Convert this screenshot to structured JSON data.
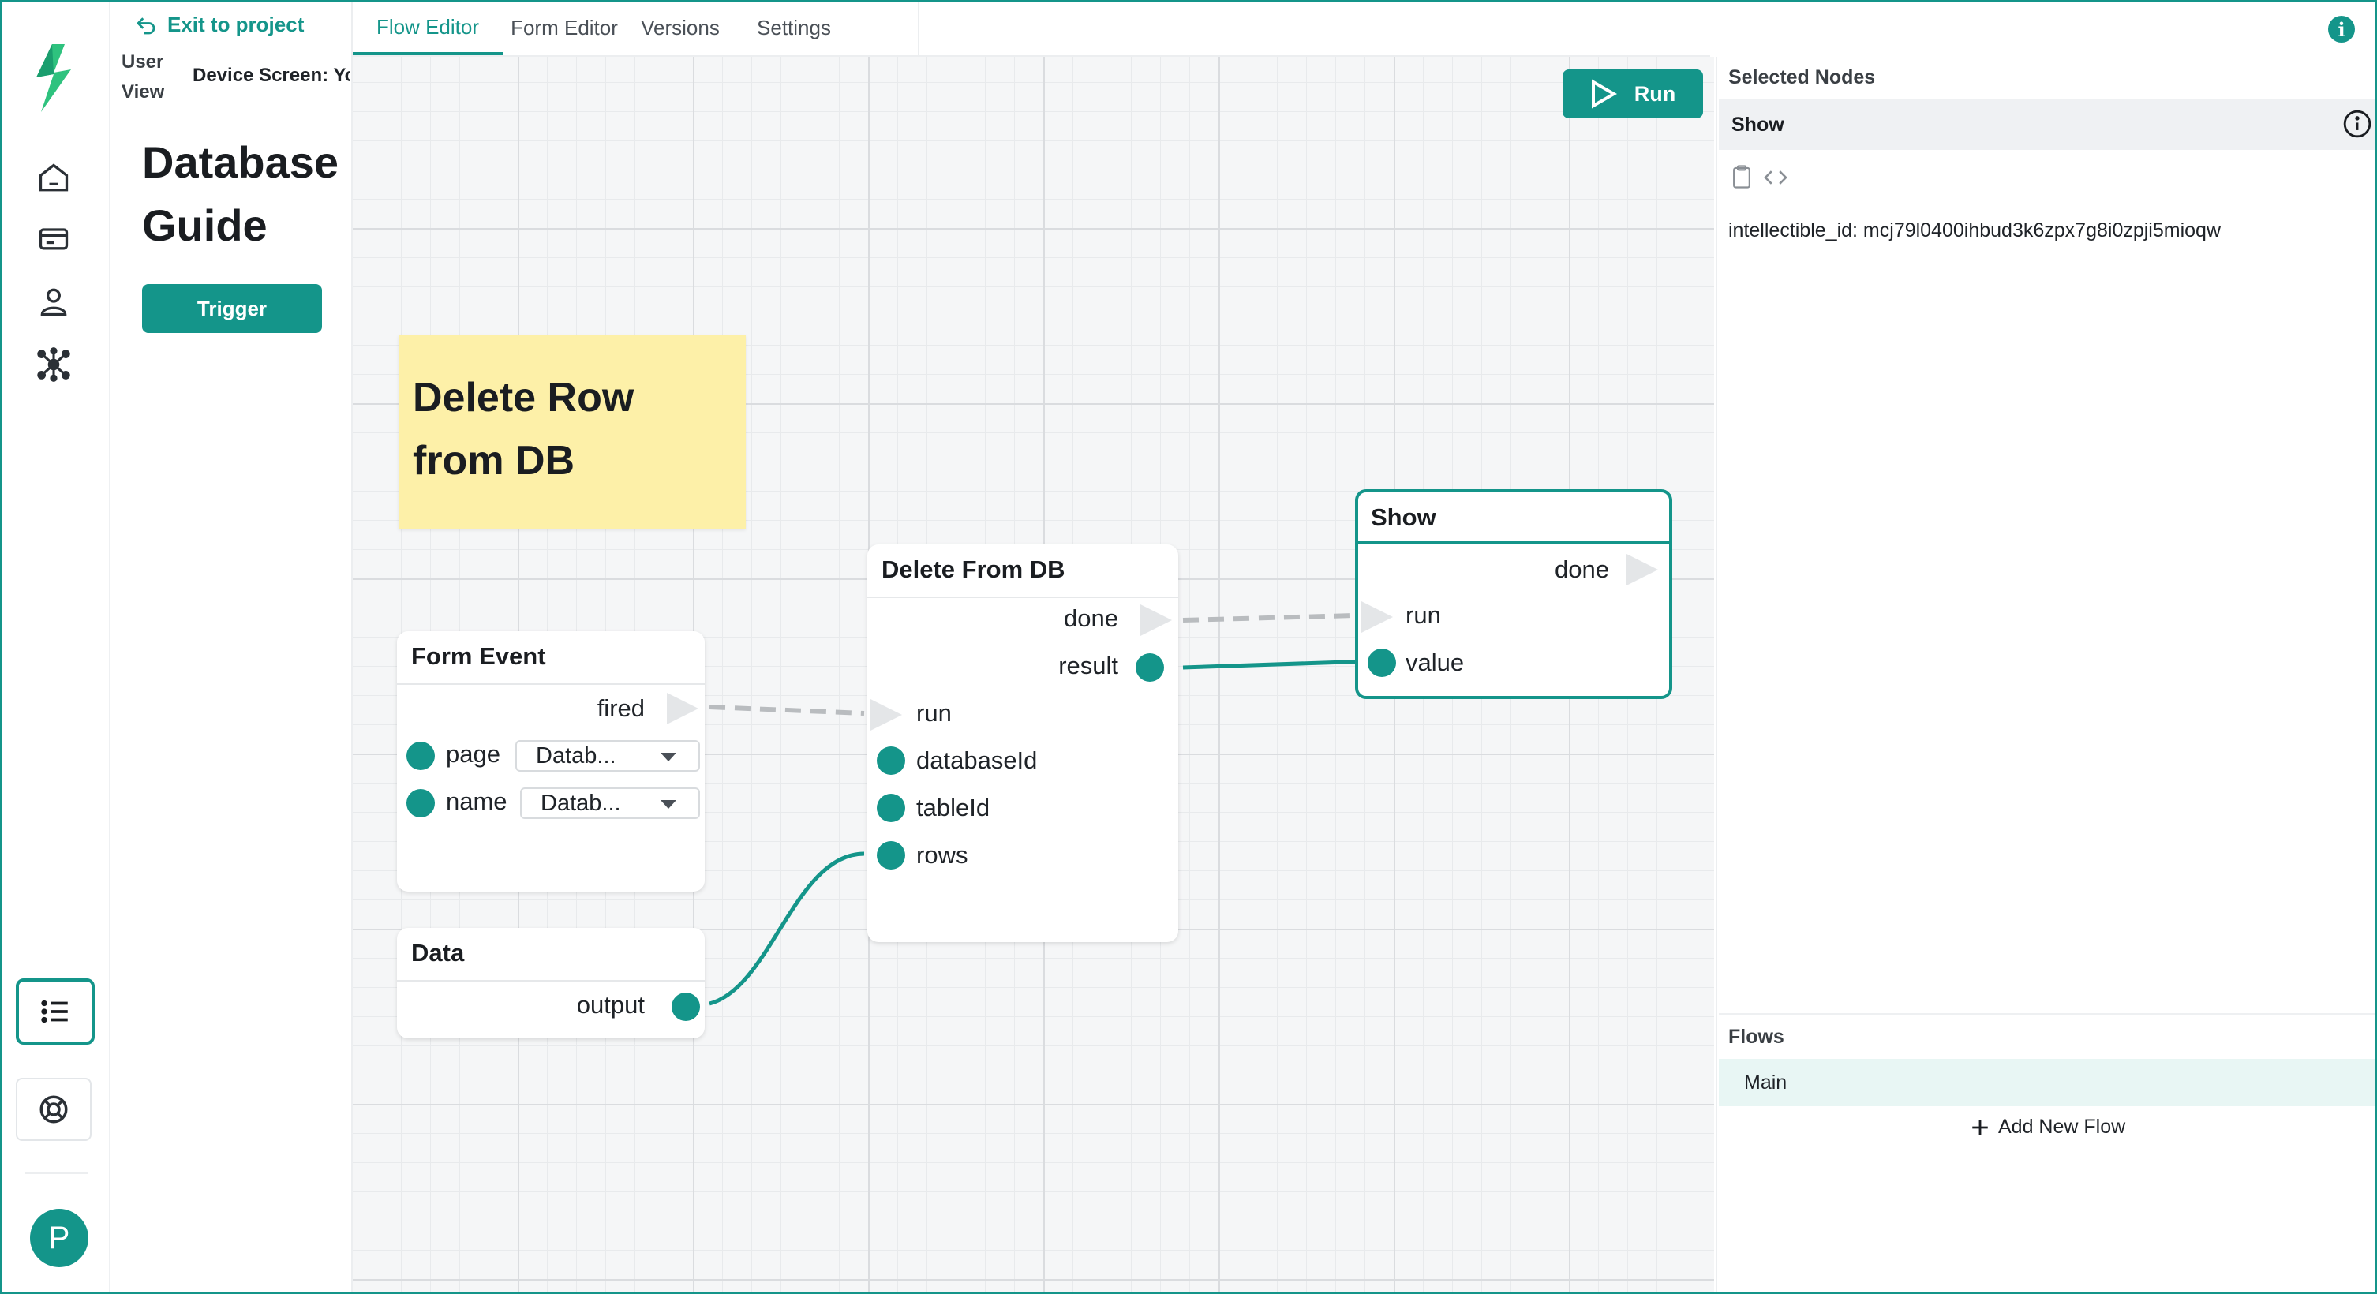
{
  "header": {
    "exit_label": "Exit to project",
    "tabs": [
      {
        "label": "Flow Editor",
        "active": true
      },
      {
        "label": "Form Editor",
        "active": false
      },
      {
        "label": "Versions",
        "active": false
      },
      {
        "label": "Settings",
        "active": false
      }
    ]
  },
  "sidebar": {
    "icons": [
      "logo-icon",
      "home-icon",
      "card-icon",
      "user-icon",
      "network-icon",
      "list-icon",
      "help-icon"
    ],
    "avatar_initial": "P"
  },
  "preview": {
    "user_view_label": "User View",
    "device_label": "Device Screen: Yo",
    "title": "Database Guide",
    "trigger_label": "Trigger"
  },
  "canvas": {
    "run_label": "Run",
    "sticky_note": "Delete Row from DB",
    "nodes": {
      "form_event": {
        "title": "Form Event",
        "fired": "fired",
        "page": "page",
        "page_value": "Datab...",
        "name": "name",
        "name_value": "Datab..."
      },
      "data": {
        "title": "Data",
        "output": "output"
      },
      "delete_from_db": {
        "title": "Delete From DB",
        "done": "done",
        "result": "result",
        "run": "run",
        "database_id": "databaseId",
        "table_id": "tableId",
        "rows": "rows"
      },
      "show": {
        "title": "Show",
        "done": "done",
        "run": "run",
        "value": "value"
      }
    }
  },
  "right_panel": {
    "selected_nodes_heading": "Selected Nodes",
    "selected_node": "Show",
    "node_id": "intellectible_id: mcj79l0400ihbud3k6zpx7g8i0zpji5mioqw",
    "flows_heading": "Flows",
    "flows": [
      "Main"
    ],
    "add_flow_label": "Add New Flow"
  },
  "colors": {
    "accent": "#14958a",
    "sticky": "#fdf0a8",
    "canvas_bg": "#f5f6f7"
  }
}
